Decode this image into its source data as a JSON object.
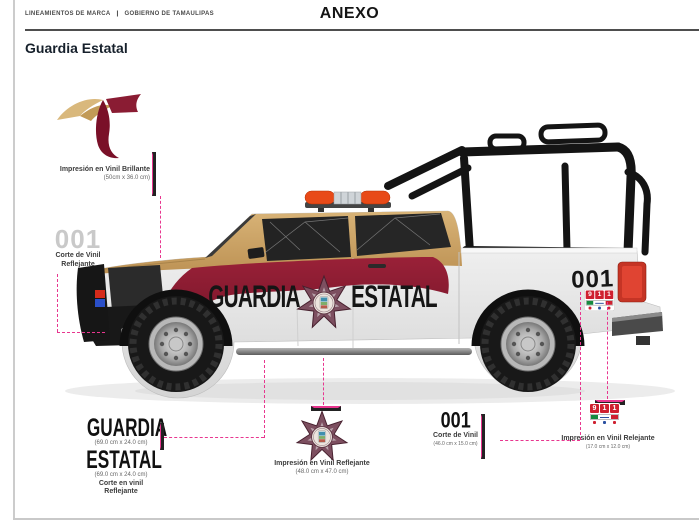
{
  "header": {
    "left_label_1": "LINEAMIENTOS DE MARCA",
    "separator": "|",
    "left_label_2": "GOBIERNO DE TAMAULIPAS",
    "title": "ANEXO"
  },
  "section_title": "Guardia Estatal",
  "annotations": {
    "logo": {
      "line1": "Impresión en Vinil Brillante",
      "dims": "(50cm x 36.0 cm)"
    },
    "left_unit": {
      "number": "001",
      "line1": "Corte de Vinil",
      "line2": "Reflejante"
    },
    "guardia": {
      "word": "GUARDIA",
      "dims": "(69.0 cm x 24.0 cm)"
    },
    "estatal": {
      "word": "ESTATAL",
      "dims": "(69.0 cm x 24.0 cm)",
      "line1": "Corte en vinil",
      "line2": "Reflejante"
    },
    "star": {
      "line1": "Impresión en Vinil Reflejante",
      "dims": "(48.0 cm x 47.0 cm)"
    },
    "unit": {
      "number": "001",
      "line1": "Corte de Vinil",
      "dims": "(46.0 cm x 15.0 cm)"
    },
    "emergency": {
      "digits": [
        "9",
        "1",
        "1"
      ],
      "line1": "Impresión en Vinil Relejante",
      "dims": "(17.0 cm x 12.0 cm)"
    }
  },
  "truck": {
    "door_text_left": "GUARDIA",
    "door_text_right": "ESTATAL",
    "bed_number": "001",
    "front_number": "001"
  },
  "colors": {
    "accent_magenta": "#e8368f",
    "maroon": "#8a1c33",
    "tan": "#c8a468",
    "emergency_red": "#cf2030"
  }
}
